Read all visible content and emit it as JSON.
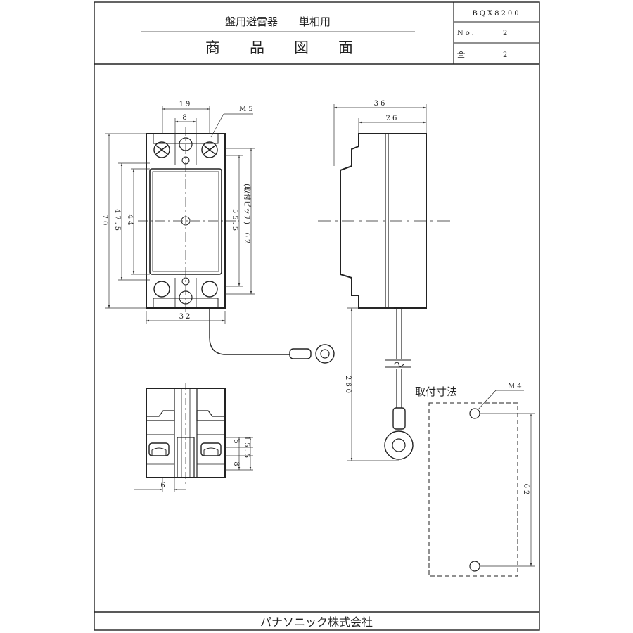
{
  "header": {
    "product_name": "盤用避雷器　　単相用",
    "doc_title": "商　　品　　図　　面",
    "model": "BQX8200",
    "no_label": "No.",
    "no_value": "2",
    "total_label": "全",
    "total_value": "2"
  },
  "front_view": {
    "dim_width_top": "19",
    "dim_terminal_pitch": "8",
    "dim_screw": "M5",
    "dim_height": "70",
    "dim_body_h1": "47.5",
    "dim_body_h2": "44",
    "dim_mount_55": "55.5",
    "dim_mount_62": "62",
    "mount_pitch_label": "(取付ピッチ)",
    "dim_width_bottom": "32"
  },
  "side_view": {
    "dim_depth": "36",
    "dim_body_depth": "26",
    "dim_lead_length": "260"
  },
  "bottom_view": {
    "dim_5": "5",
    "dim_15_5": "15.5",
    "dim_8": "8",
    "dim_6": "6"
  },
  "mounting": {
    "title": "取付寸法",
    "screw": "M4",
    "pitch": "62"
  },
  "footer": {
    "company": "パナソニック株式会社"
  }
}
